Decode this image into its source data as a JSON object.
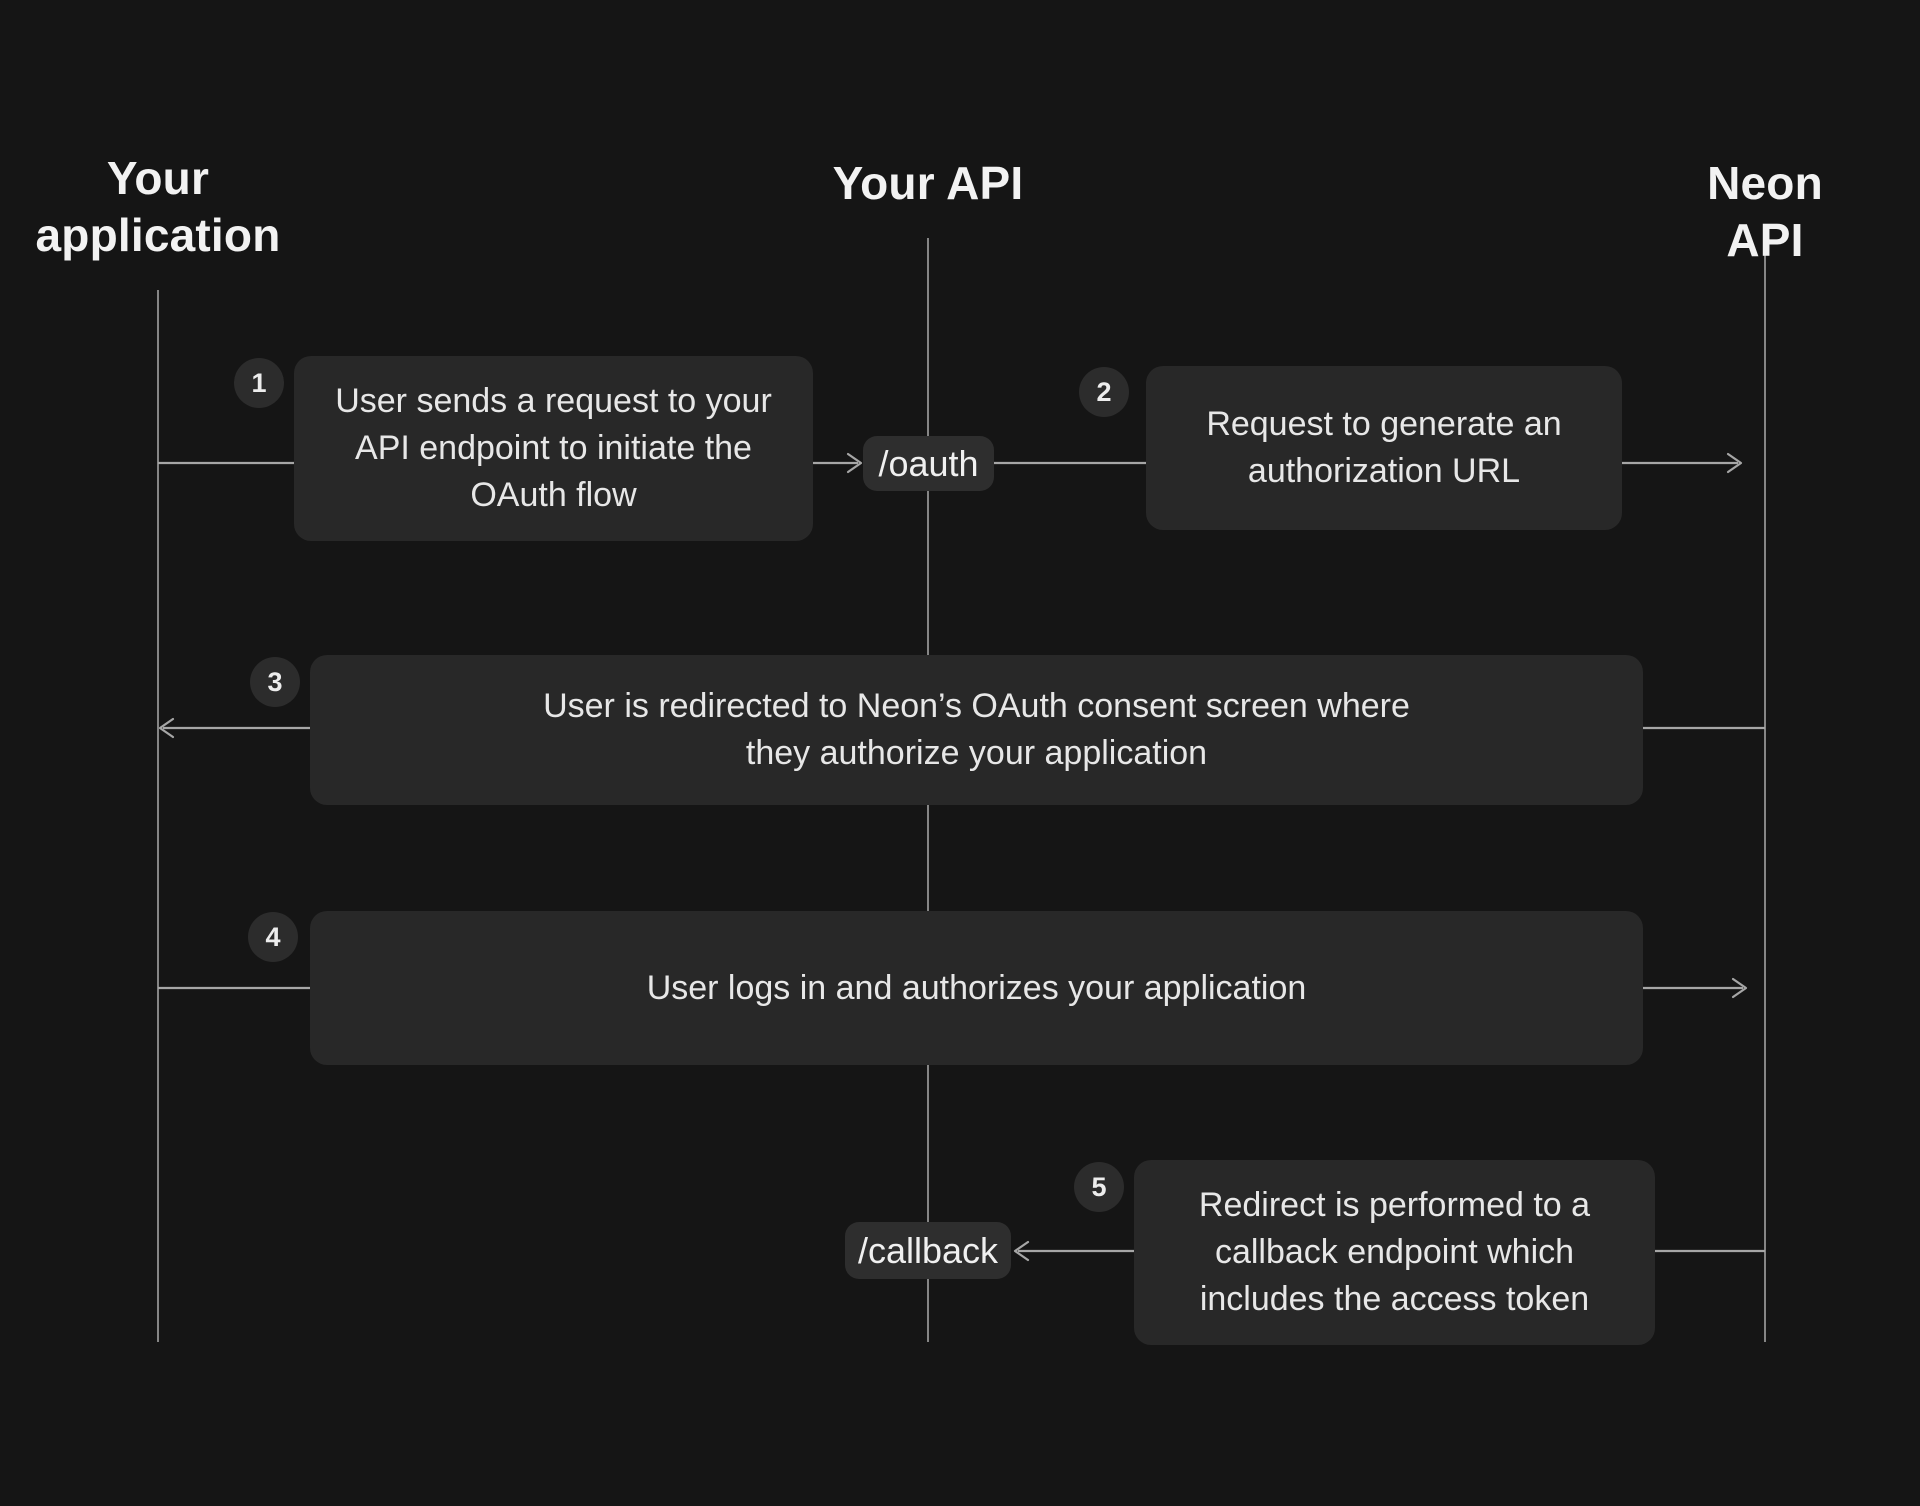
{
  "diagram_title": "OAuth flow sequence",
  "actors": [
    {
      "id": "your-application",
      "label": "Your\napplication"
    },
    {
      "id": "your-api",
      "label": "Your API"
    },
    {
      "id": "neon-api",
      "label": "Neon API"
    }
  ],
  "endpoints": {
    "oauth": "/oauth",
    "callback": "/callback"
  },
  "steps": [
    {
      "num": "1",
      "text": "User sends a request to your\nAPI endpoint to initiate the\nOAuth flow",
      "from": "Your application",
      "to": "/oauth"
    },
    {
      "num": "2",
      "text": "Request to generate an\nauthorization URL",
      "from": "/oauth",
      "to": "Neon API"
    },
    {
      "num": "3",
      "text": "User is redirected to Neon’s OAuth consent screen where\nthey authorize your application",
      "from": "Neon API",
      "to": "Your application"
    },
    {
      "num": "4",
      "text": "User logs in and authorizes your application",
      "from": "Your application",
      "to": "Neon API"
    },
    {
      "num": "5",
      "text": "Redirect is performed to a\ncallback endpoint which\nincludes the access token",
      "from": "Neon API",
      "to": "/callback"
    }
  ],
  "colors": {
    "background": "#151515",
    "box_fill": "#282828",
    "pill_fill": "#2e2e2e",
    "badge_fill": "#2c2c2c",
    "message_line": "#a6a6a6",
    "lifeline": "#858585",
    "body_text": "#e7e7e7",
    "heading_text": "#f2f2f2"
  }
}
